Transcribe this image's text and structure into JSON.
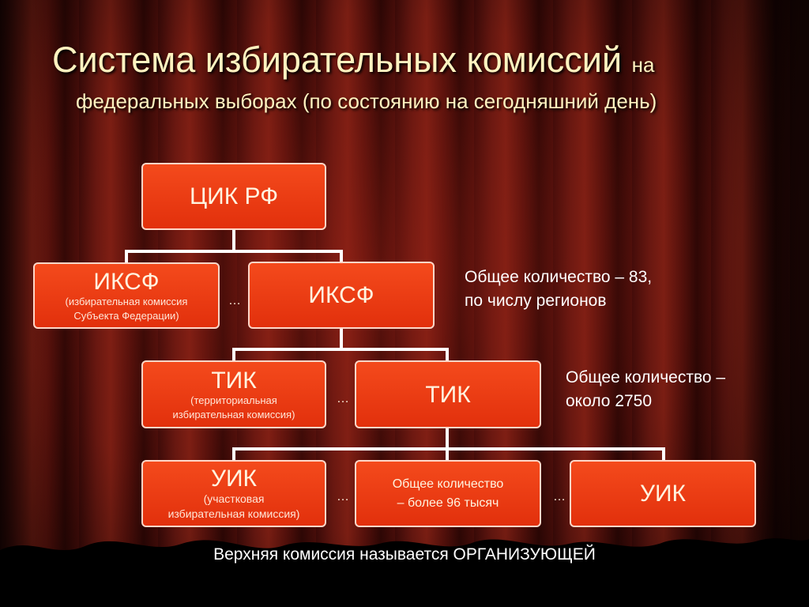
{
  "slide": {
    "title_main": "Система избирательных комиссий",
    "title_tail": "на",
    "subtitle": "федеральных выборах (по состоянию на сегодняшний день)"
  },
  "boxes": {
    "cik": {
      "label": "ЦИК РФ"
    },
    "iksf_left": {
      "label": "ИКСФ",
      "desc_line1": "(избирательная комиссия",
      "desc_line2": "Субъекта Федерации)"
    },
    "iksf_right": {
      "label": "ИКСФ"
    },
    "tik_left": {
      "label": "ТИК",
      "desc_line1": "(территориальная",
      "desc_line2": "избирательная комиссия)"
    },
    "tik_right": {
      "label": "ТИК"
    },
    "uik_left": {
      "label": "УИК",
      "desc_line1": "(участковая",
      "desc_line2": "избирательная комиссия)"
    },
    "uik_middle": {
      "line1": "Общее количество",
      "line2": "– более 96 тысяч"
    },
    "uik_right": {
      "label": "УИК"
    }
  },
  "ellipsis": "…",
  "notes": {
    "iksf_line1": "Общее количество – 83,",
    "iksf_line2": "по числу регионов",
    "tik_line1": "Общее количество –",
    "tik_line2": "около 2750"
  },
  "footer": "Верхняя комиссия называется ОРГАНИЗУЮЩЕЙ",
  "colors": {
    "box_fill": "#f03a12",
    "box_border": "#ffd7c8",
    "title_text": "#fff3c0",
    "curtain": "#6e1a12"
  }
}
